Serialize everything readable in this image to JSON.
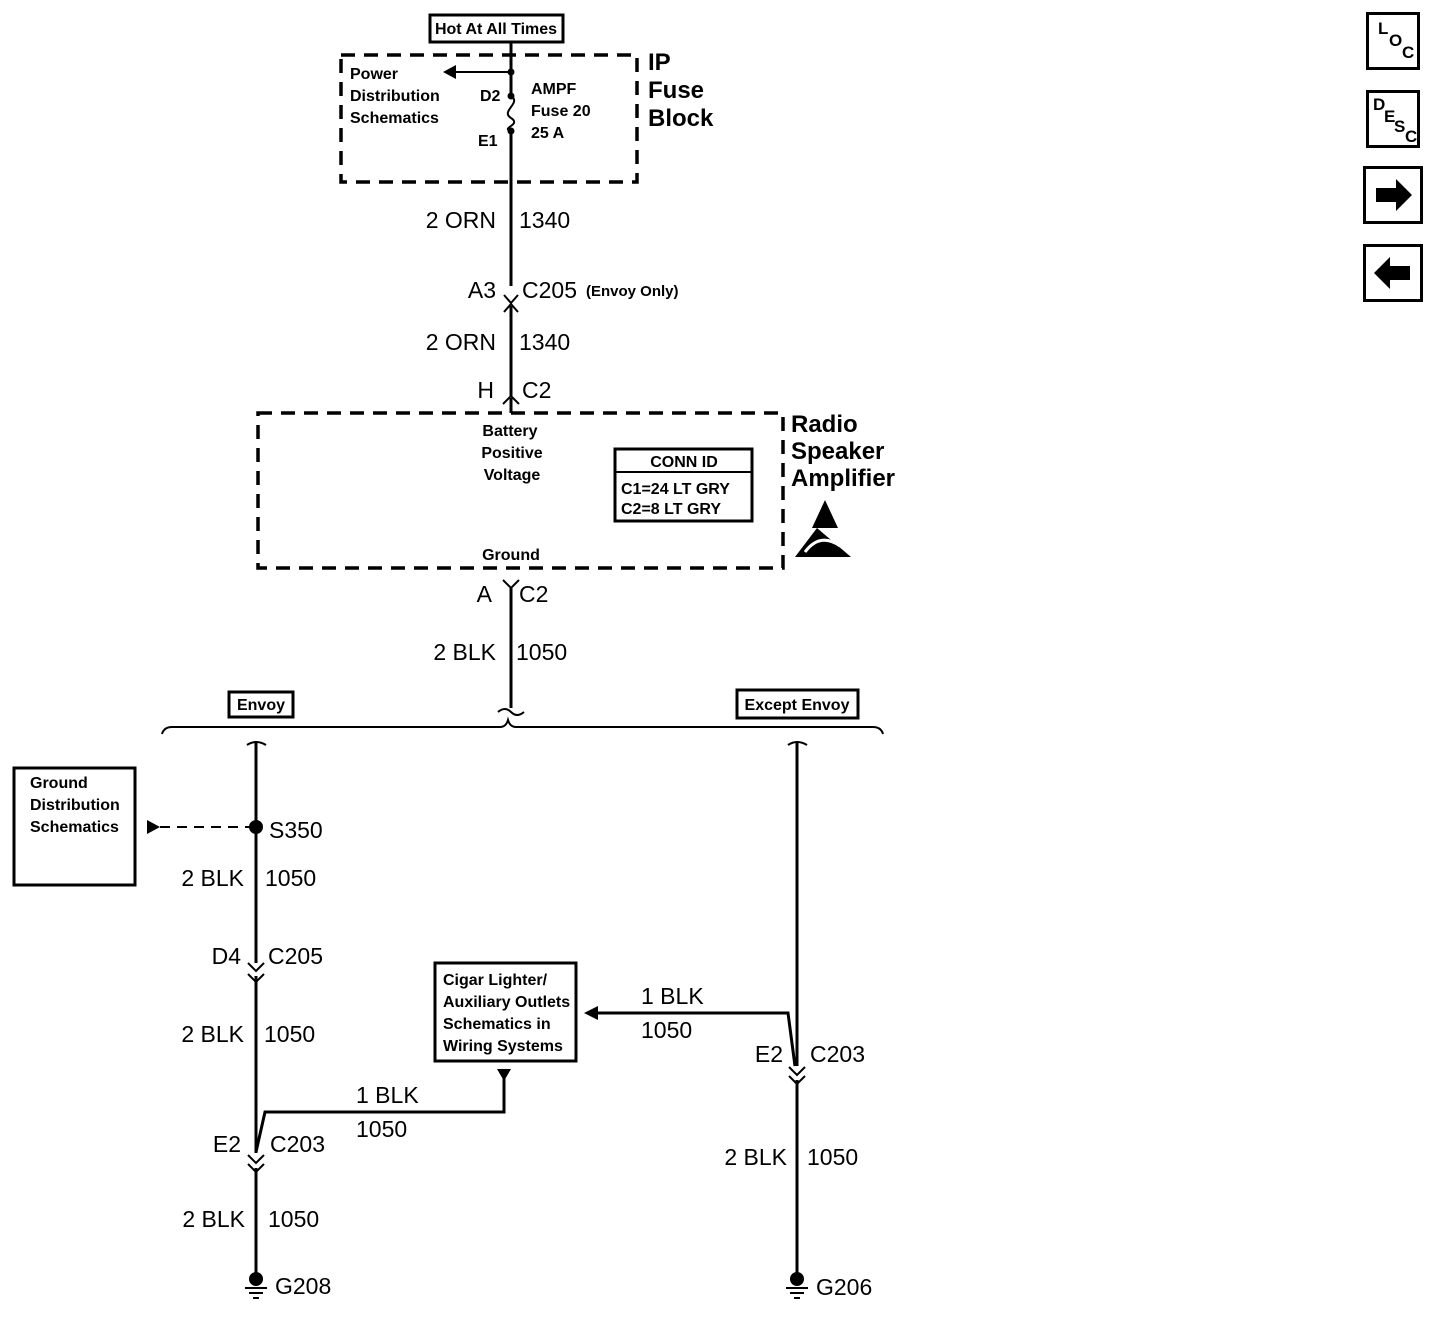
{
  "nav": {
    "loc": [
      "L",
      "O",
      "C"
    ],
    "desc": [
      "D",
      "E",
      "S",
      "C"
    ],
    "next_icon": "right-arrow-icon",
    "prev_icon": "left-arrow-icon"
  },
  "header": {
    "hot_at_all_times": "Hot At All Times"
  },
  "fuse_block": {
    "name": [
      "IP",
      "Fuse",
      "Block"
    ],
    "power_ref": [
      "Power",
      "Distribution",
      "Schematics"
    ],
    "fuse_label": [
      "AMPF",
      "Fuse 20",
      "25 A"
    ],
    "pin_top": "D2",
    "pin_bottom": "E1"
  },
  "wires": {
    "w1_color": "2 ORN",
    "w1_circuit": "1340",
    "c205_pin": "A3",
    "c205_conn": "C205",
    "c205_note": "(Envoy Only)",
    "w2_color": "2 ORN",
    "w2_circuit": "1340",
    "c2_pin_top": "H",
    "c2_conn_top": "C2",
    "c2_pin_bottom": "A",
    "c2_conn_bottom": "C2",
    "w3_color": "2 BLK",
    "w3_circuit": "1050"
  },
  "amplifier": {
    "name": [
      "Radio",
      "Speaker",
      "Amplifier"
    ],
    "battery": [
      "Battery",
      "Positive",
      "Voltage"
    ],
    "ground": "Ground",
    "conn_id_title": "CONN ID",
    "conn_id_rows": [
      "C1=24 LT GRY",
      "C2=8 LT GRY"
    ],
    "esd_icon": "esd-warning-icon"
  },
  "branches": {
    "envoy": "Envoy",
    "except_envoy": "Except Envoy"
  },
  "left_branch": {
    "ground_ref": [
      "Ground",
      "Distribution",
      "Schematics"
    ],
    "splice": "S350",
    "w4_color": "2 BLK",
    "w4_circuit": "1050",
    "d4_pin": "D4",
    "d4_conn": "C205",
    "w5_color": "2 BLK",
    "w5_circuit": "1050",
    "e2_pin": "E2",
    "e2_conn": "C203",
    "w6_color": "2 BLK",
    "w6_circuit": "1050",
    "ground": "G208",
    "jumper_color": "1 BLK",
    "jumper_circuit": "1050"
  },
  "cigar": {
    "ref": [
      "Cigar Lighter/",
      "Auxiliary Outlets",
      "Schematics in",
      "Wiring Systems"
    ]
  },
  "right_branch": {
    "jumper_color": "1 BLK",
    "jumper_circuit": "1050",
    "e2_pin": "E2",
    "e2_conn": "C203",
    "w7_color": "2 BLK",
    "w7_circuit": "1050",
    "ground": "G206"
  }
}
